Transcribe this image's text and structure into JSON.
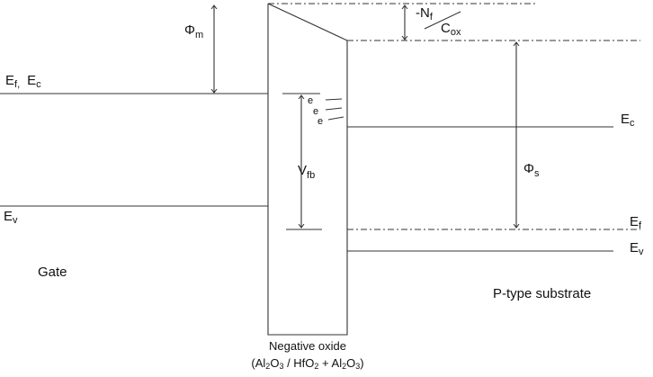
{
  "labels": {
    "phi_m": {
      "main": "Φ",
      "sub": "m"
    },
    "ef_ec_gate": {
      "ef": "E",
      "ef_sub": "f,",
      "ec": "E",
      "ec_sub": "c"
    },
    "ev_gate": {
      "main": "E",
      "sub": "v"
    },
    "gate": "Gate",
    "vfb": {
      "main": "V",
      "sub": "fb"
    },
    "electron": "e",
    "nf_cox": {
      "num_main": "-N",
      "num_sub": "f",
      "den_main": "C",
      "den_sub": "ox"
    },
    "phi_s": {
      "main": "Φ",
      "sub": "s"
    },
    "ec_sub": {
      "main": "E",
      "sub": "c"
    },
    "ef_sub": {
      "main": "E",
      "sub": "f"
    },
    "ev_sub": {
      "main": "E",
      "sub": "v"
    },
    "substrate": "P-type substrate",
    "oxide_line1": "Negative oxide",
    "oxide_line2_parts": [
      "(Al",
      "2",
      "O",
      "3",
      " / HfO",
      "2",
      " + Al",
      "2",
      "O",
      "3",
      ")"
    ]
  }
}
